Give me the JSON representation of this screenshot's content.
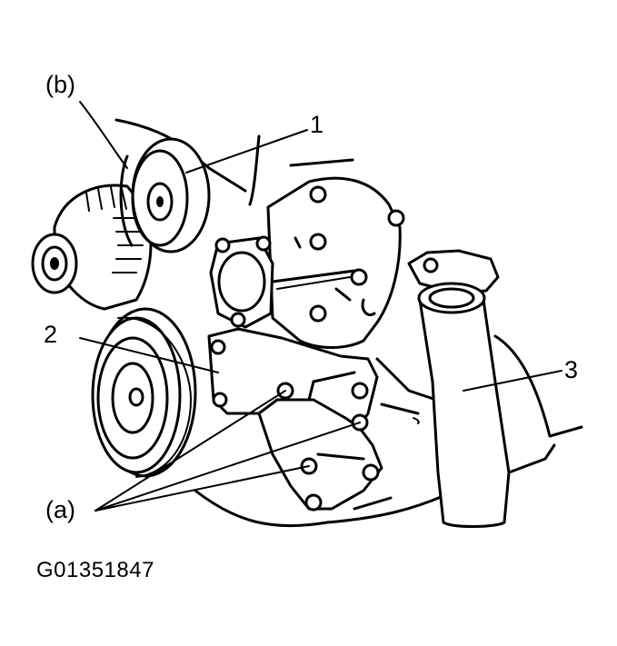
{
  "callouts": {
    "b": "(b)",
    "one": "1",
    "two": "2",
    "three": "3",
    "a": "(a)"
  },
  "figure_id": "G01351847"
}
